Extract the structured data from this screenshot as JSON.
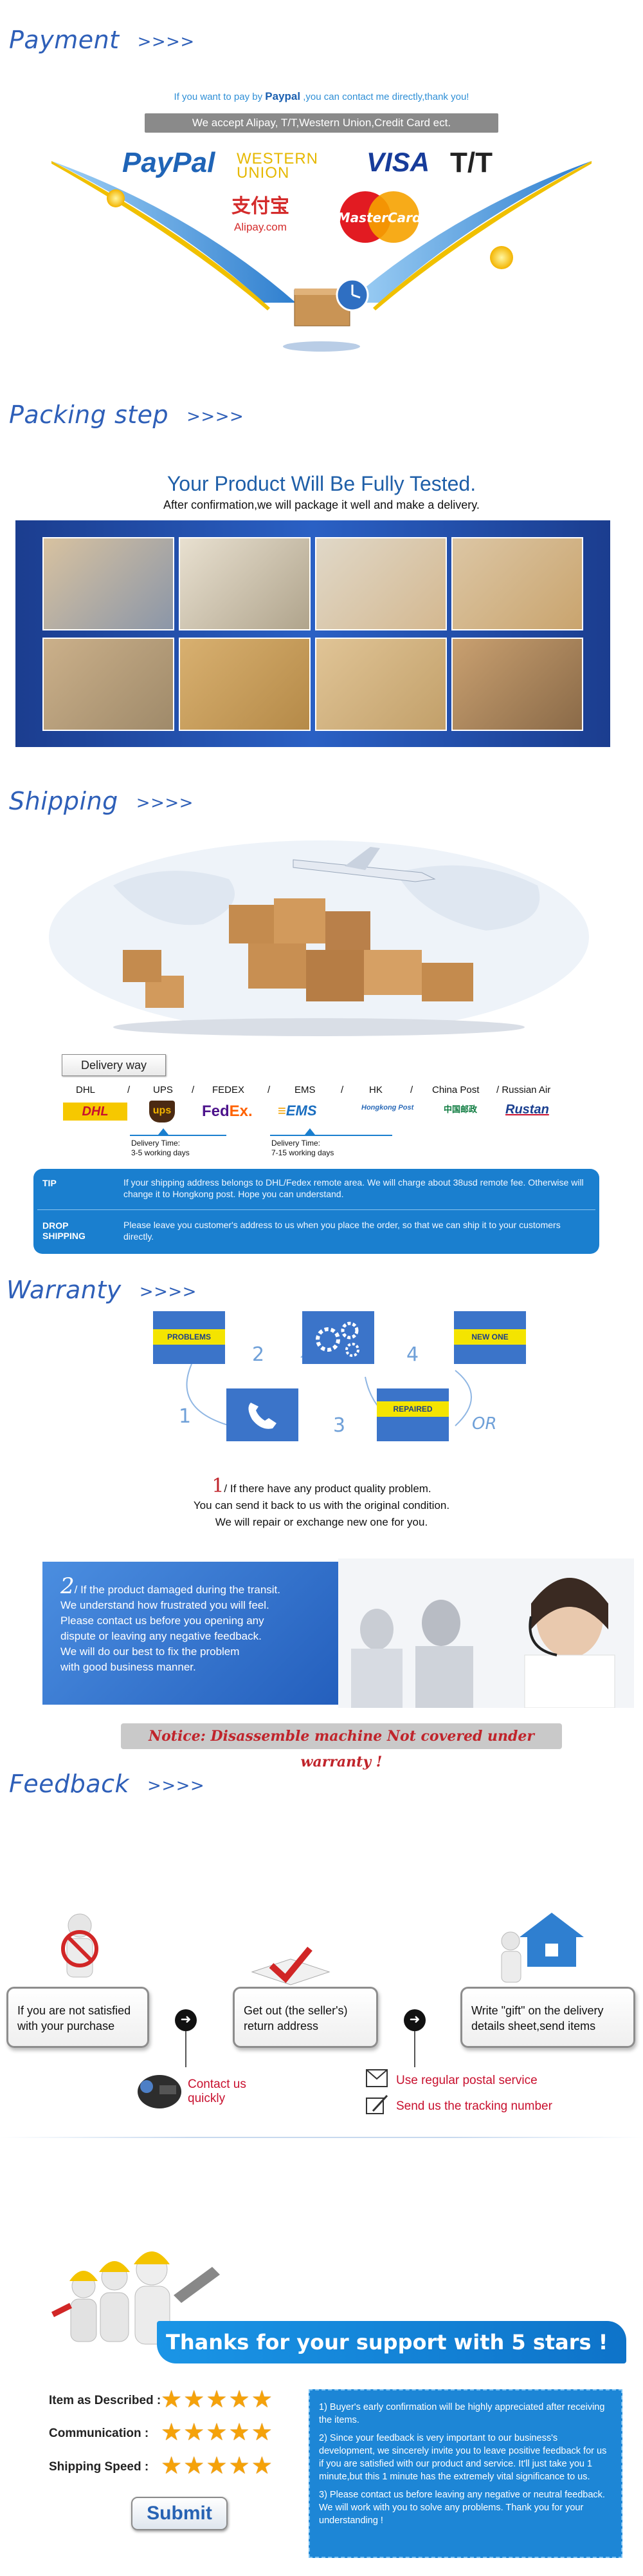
{
  "payment": {
    "title": "Payment",
    "arrow": ">>>>",
    "note_pre": "If you want to pay by ",
    "note_paypal": "Paypal",
    "note_post": " ,you can contact me directly,thank you!",
    "accept": "We accept Alipay, T/T,Western Union,Credit Card ect.",
    "logos": {
      "paypal": "PayPal",
      "wu1": "WESTERN",
      "wu2": "UNION",
      "visa": "VISA",
      "tt": "T/T",
      "alipay_cn": "支付宝",
      "alipay": "Alipay.com",
      "mastercard": "MasterCard"
    }
  },
  "packing": {
    "title": "Packing step",
    "arrow": ">>>>",
    "headline": "Your Product Will Be Fully Tested.",
    "sub": "After confirmation,we will package it well and make a delivery."
  },
  "shipping": {
    "title": "Shipping",
    "arrow": ">>>>",
    "delivery_btn": "Delivery way",
    "carriers": [
      "DHL",
      "/",
      "UPS",
      "/",
      "FEDEX",
      "/",
      "EMS",
      "/",
      "HK",
      "/",
      "China Post",
      "/ Russian Air"
    ],
    "logos": {
      "dhl": "DHL",
      "ups": "ups",
      "fedex_a": "Fed",
      "fedex_b": "Ex.",
      "ems": "EMS",
      "hk": "Hongkong Post",
      "cp": "中国邮政",
      "ru": "Rustan"
    },
    "time1_a": "Delivery Time:",
    "time1_b": "3-5 working days",
    "time2_a": "Delivery Time:",
    "time2_b": "7-15 working days",
    "tip_label": "TIP",
    "tip_text": "If your shipping address belongs to DHL/Fedex remote area. We will charge about 38usd remote fee. Otherwise will change it to Hongkong post. Hope you can understand.",
    "drop_label1": "DROP",
    "drop_label2": "SHIPPING",
    "drop_text": "Please leave you customer's address to us when you place the order, so that we can ship it to your customers directly."
  },
  "warranty": {
    "title": "Warranty",
    "arrow": ">>>>",
    "problems": "PROBLEMS",
    "new_one": "NEW ONE",
    "repaired": "REPAIRED",
    "or": "OR",
    "n1": "1",
    "n2": "2",
    "n3": "3",
    "n4": "4",
    "p1_num": "1",
    "p1_l1": "/ If there have any product quality problem.",
    "p1_l2": "You can send it back to us with the original condition.",
    "p1_l3": "We will repair or exchange new one for you.",
    "p2_num": "2",
    "p2_l1": "/ If the product damaged during the transit.",
    "p2_l2": "We understand how frustrated you will feel.",
    "p2_l3": "Please contact us before you opening any",
    "p2_l4": "dispute or leaving any negative feedback.",
    "p2_l5": "We will do our best to fix the problem",
    "p2_l6": "with good business manner.",
    "notice": "Notice: Disassemble machine Not covered under warranty !"
  },
  "feedback": {
    "title": "Feedback",
    "arrow": ">>>>",
    "box1": "If you are not satisfied with your purchase",
    "box2": "Get out (the seller's) return address",
    "box3": "Write \"gift\" on the delivery details sheet,send items",
    "contact1": "Contact us",
    "contact2": "quickly",
    "postal": "Use regular postal service",
    "tracking": "Send us the tracking number"
  },
  "thanks": {
    "banner": "Thanks for your support with 5 stars !",
    "rows": [
      {
        "label": "Item as Described :",
        "stars": 5
      },
      {
        "label": "Communication :",
        "stars": 5
      },
      {
        "label": "Shipping Speed :",
        "stars": 5
      }
    ],
    "submit": "Submit",
    "tip1": "1) Buyer's early confirmation will be highly appreciated after receiving the items.",
    "tip2": "2) Since your feedback is very important to our business's development, we sincerely invite you to leave positive feedback for us if you are satisfied with our product and service. It'll just take you 1 minute,but this 1 minute has the extremely vital significance to us.",
    "tip3": "3) Please contact us before leaving any negative or neutral feedback. We will work with you to solve any problems. Thank you for your understanding !"
  },
  "colors": {
    "accent": "#2e5fb8",
    "tipbox": "#1a7fcf",
    "star": "#f5a20a",
    "notice": "#c0242b"
  }
}
